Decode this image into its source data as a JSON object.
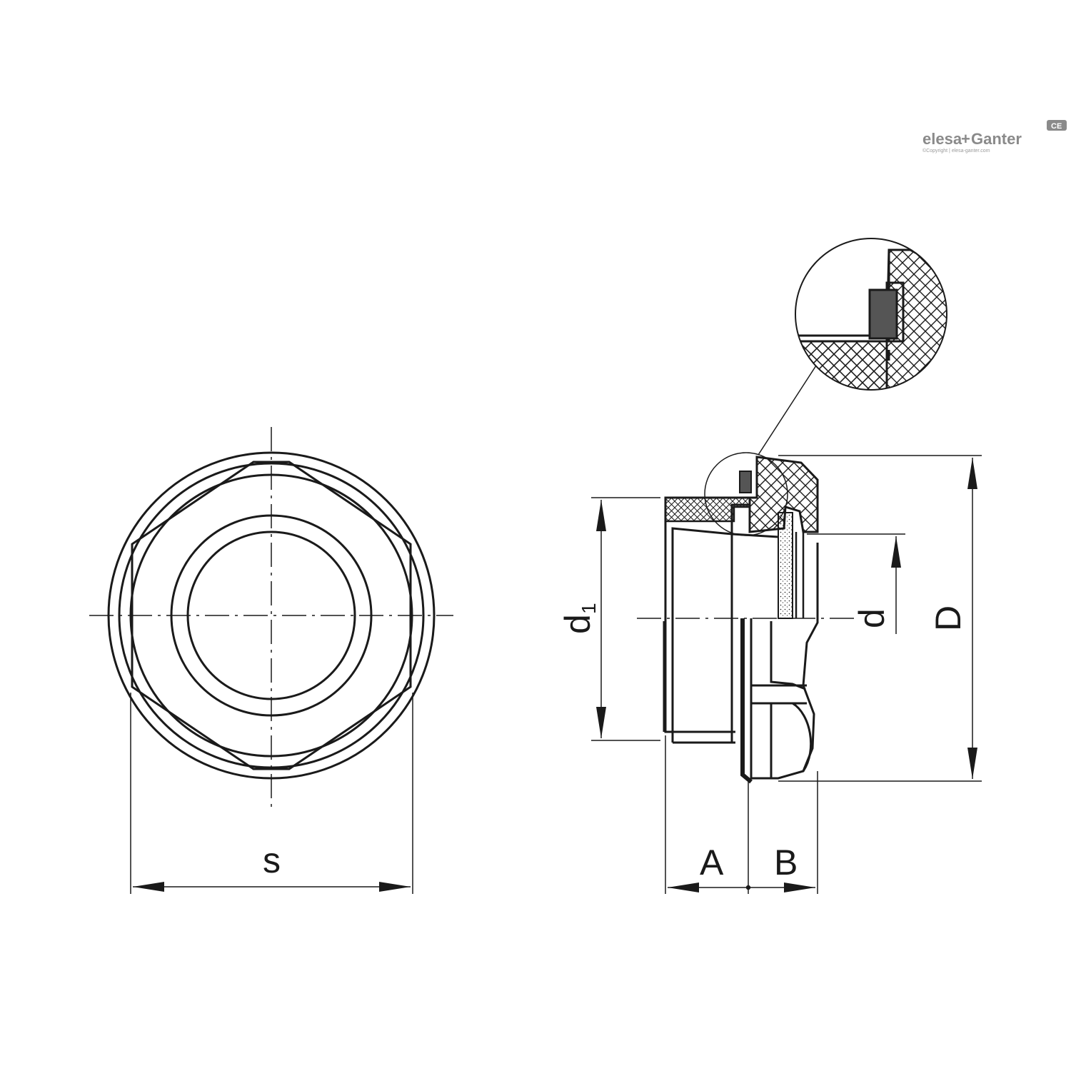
{
  "brand": {
    "logo_elesa": "elesa",
    "logo_plus": "+",
    "logo_ganter": "Ganter",
    "copyright": "©Copyright | elesa-ganter.com",
    "ce_mark": "CE",
    "logo_color": "#8a8a8a"
  },
  "dimensions": {
    "s": "s",
    "A": "A",
    "B": "B",
    "d1_main": "d",
    "d1_sub": "1",
    "d": "d",
    "D": "D"
  },
  "colors": {
    "line": "#1a1a1a",
    "seal": "#555555",
    "background": "#ffffff"
  }
}
